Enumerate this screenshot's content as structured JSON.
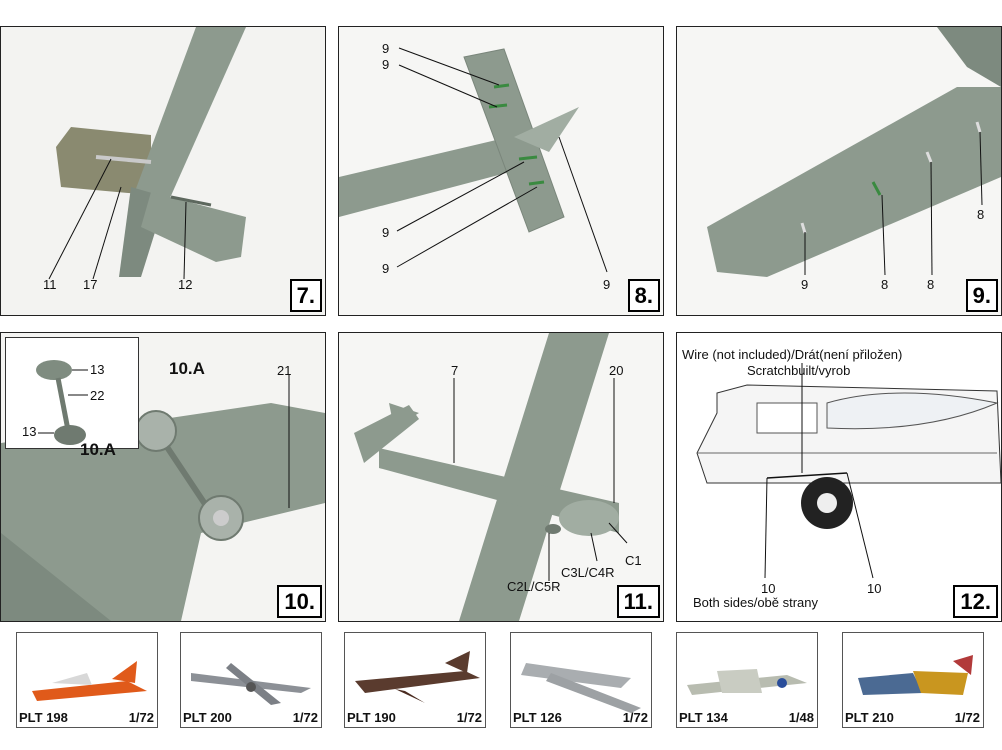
{
  "colors": {
    "plastic": "#8d9a8e",
    "plastic_dark": "#6f7a70",
    "tan": "#8a8a70",
    "border": "#222222"
  },
  "panels": {
    "p7": {
      "step": "7.",
      "labels": [
        "11",
        "17",
        "12"
      ]
    },
    "p8": {
      "step": "8.",
      "labels": [
        "9",
        "9",
        "9",
        "9",
        "9"
      ]
    },
    "p9": {
      "step": "9.",
      "labels": [
        "9",
        "8",
        "8",
        "8"
      ]
    },
    "p10": {
      "step": "10.",
      "inset_labels": [
        "13",
        "22",
        "13"
      ],
      "inset_title": "10.A",
      "title": "10.A",
      "label": "21"
    },
    "p11": {
      "step": "11.",
      "labels": [
        "7",
        "20",
        "C1",
        "C3L/C4R",
        "C2L/C5R"
      ]
    },
    "p12": {
      "step": "12.",
      "wire": "Wire (not included)/Drát(není přiložen)",
      "scratch": "Scratchbuilt/vyrob",
      "labels": [
        "10",
        "10"
      ],
      "both": "Both sides/obě strany"
    }
  },
  "products": [
    {
      "code": "PLT 198",
      "scale": "1/72"
    },
    {
      "code": "PLT 200",
      "scale": "1/72"
    },
    {
      "code": "PLT 190",
      "scale": "1/72"
    },
    {
      "code": "PLT 126",
      "scale": "1/72"
    },
    {
      "code": "PLT 134",
      "scale": "1/48"
    },
    {
      "code": "PLT 210",
      "scale": "1/72"
    }
  ]
}
